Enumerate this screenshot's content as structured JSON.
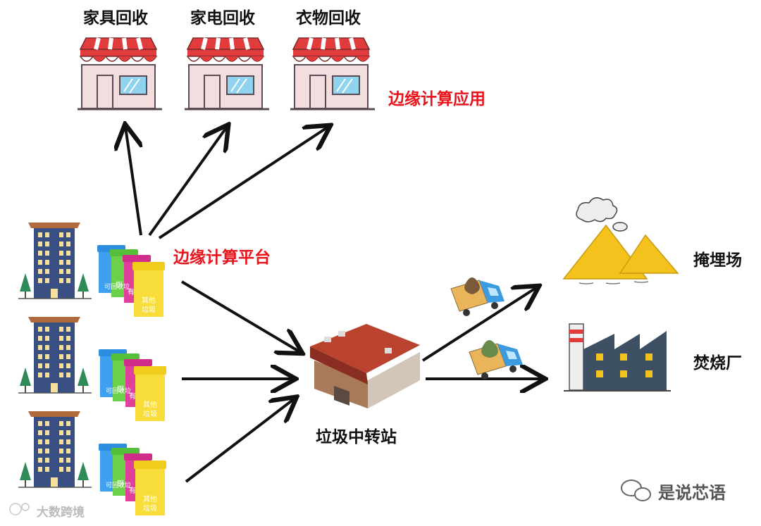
{
  "stores": [
    {
      "label": "家具回收"
    },
    {
      "label": "家电回收"
    },
    {
      "label": "衣物回收"
    }
  ],
  "edge_app_label": "边缘计算应用",
  "edge_platform_label": "边缘计算平台",
  "transfer_station_label": "垃圾中转站",
  "destinations": [
    {
      "label": "掩埋场"
    },
    {
      "label": "焚烧厂"
    }
  ],
  "bins": {
    "blue": "可回收垃",
    "green": "厨",
    "pink": "有",
    "yellow_line1": "其他",
    "yellow_line2": "垃圾"
  },
  "watermarks": {
    "left": "大数跨境",
    "right": "是说芯语"
  },
  "colors": {
    "highlight_red": "#e8141b",
    "arrow": "#111111",
    "building_blue": "#3a4f82",
    "awning_red": "#e23b3b",
    "sand": "#f3c21c",
    "roof": "#b9432f"
  }
}
